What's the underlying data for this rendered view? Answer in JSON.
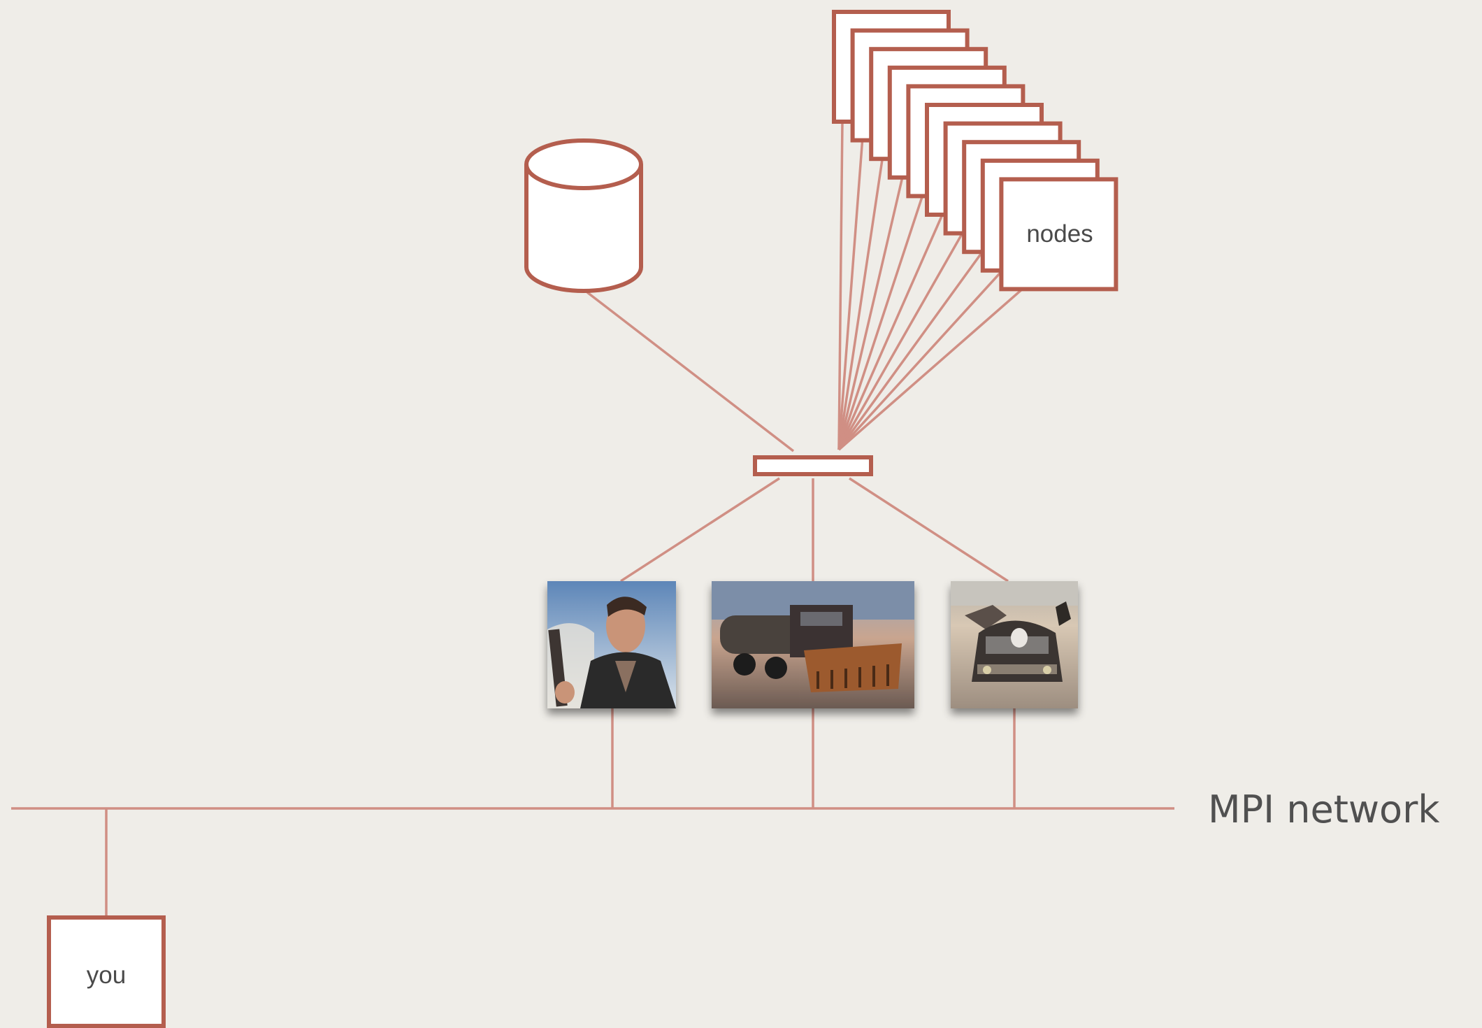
{
  "labels": {
    "nodes": "nodes",
    "you": "you",
    "network": "MPI network"
  },
  "photos": [
    {
      "name": "photo-man-with-gun",
      "subject": "man holding shotgun"
    },
    {
      "name": "photo-tanker-truck",
      "subject": "tanker truck with plow"
    },
    {
      "name": "photo-black-car",
      "subject": "black supercharged car"
    }
  ],
  "colors": {
    "background": "#efede8",
    "line": "#d08f84",
    "box_stroke": "#b45e4e",
    "box_fill": "#ffffff",
    "text": "#4a4a4a"
  },
  "node_stack_count": 10
}
